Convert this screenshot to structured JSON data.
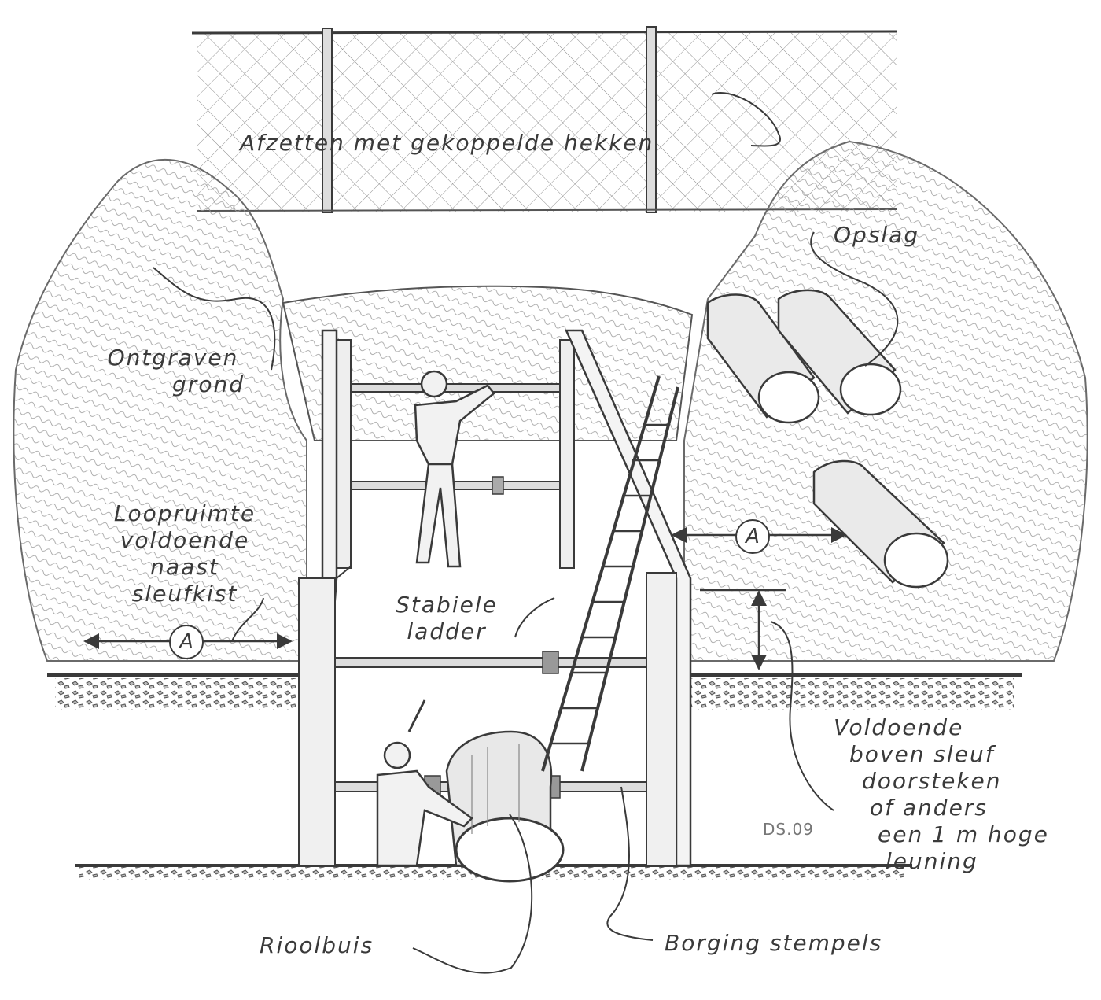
{
  "labels": {
    "fence": "Afzetten met gekoppelde hekken",
    "storage": "Opslag",
    "excavated_soil": [
      "Ontgraven",
      "grond"
    ],
    "walkway": [
      "Loopruimte",
      "voldoende",
      "naast",
      "sleufkist"
    ],
    "ladder": [
      "Stabiele",
      "ladder"
    ],
    "overhang": [
      "Voldoende",
      "boven sleuf",
      "doorsteken",
      "of anders",
      "een 1 m hoge",
      "leuning"
    ],
    "sewer_pipe": "Rioolbuis",
    "strut_lock": "Borging stempels",
    "distance_marker": "A"
  },
  "signature": "DS.09",
  "colors": {
    "ink": "#3a3a3a",
    "paper": "#ffffff",
    "shade": "#6a6a6a"
  }
}
